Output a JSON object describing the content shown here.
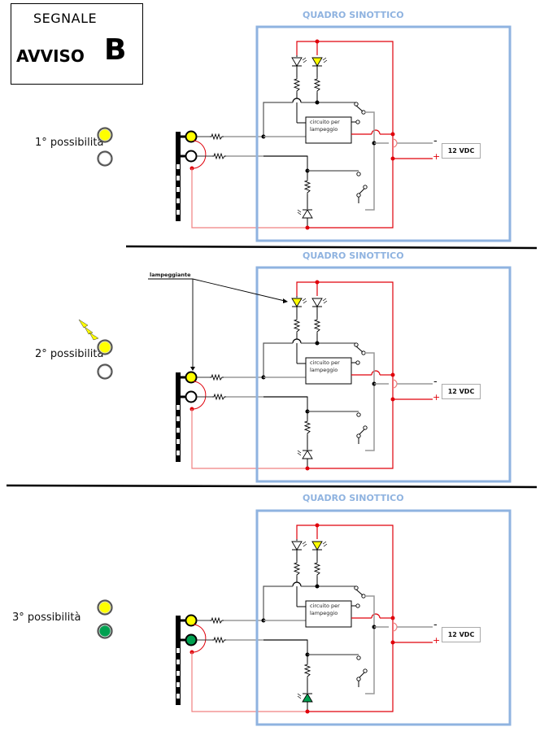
{
  "header": {
    "line1": "SEGNALE",
    "line2": "AVVISO",
    "letter": "B"
  },
  "panel_title": "QUADRO SINOTTICO",
  "power_label": "12 VDC",
  "minus_sign": "-",
  "plus_sign": "+",
  "flasher_label_1": "circuito per",
  "flasher_label_2": "lampeggio",
  "flashing_annotation": "lampeggiante",
  "colors": {
    "yellow": "#ffff00",
    "green": "#00a050",
    "panel_border": "#8fb3e0",
    "power_wire": "#e0000a"
  },
  "sections": [
    {
      "label": "1° possibilità",
      "top_lamp": "yellow",
      "bottom_lamp": "off",
      "top_lamp_flashing": false,
      "panel_led_left": "off",
      "panel_led_right": "yellow",
      "panel_led_bottom": "off"
    },
    {
      "label": "2° possibilità",
      "top_lamp": "yellow",
      "bottom_lamp": "off",
      "top_lamp_flashing": true,
      "panel_led_left": "yellow",
      "panel_led_right": "off",
      "panel_led_bottom": "off"
    },
    {
      "label": "3° possibilità",
      "top_lamp": "yellow",
      "bottom_lamp": "green",
      "top_lamp_flashing": false,
      "panel_led_left": "off",
      "panel_led_right": "yellow",
      "panel_led_bottom": "green"
    }
  ]
}
